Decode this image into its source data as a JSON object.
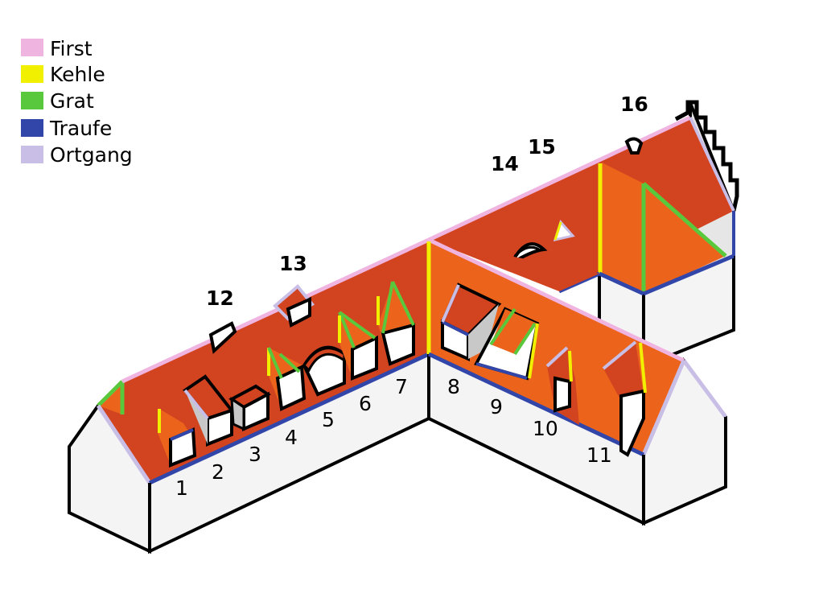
{
  "colors": {
    "roof_dark": "#d24420",
    "roof_light": "#ec641c",
    "wall": "#f4f4f4",
    "wall_shade": "#c8c8c8",
    "outline": "#000000",
    "first": "#f0b4e0",
    "kehle": "#f0f000",
    "grat": "#5ac83c",
    "traufe": "#3246aa",
    "ortgang": "#c8bee6"
  },
  "legend": [
    {
      "label": "First",
      "color": "#f0b4e0"
    },
    {
      "label": "Kehle",
      "color": "#f0f000"
    },
    {
      "label": "Grat",
      "color": "#5ac83c"
    },
    {
      "label": "Traufe",
      "color": "#3246aa"
    },
    {
      "label": "Ortgang",
      "color": "#c8bee6"
    }
  ],
  "dormer_labels": [
    "1",
    "2",
    "3",
    "4",
    "5",
    "6",
    "7",
    "8",
    "9",
    "10",
    "11",
    "12",
    "13",
    "14",
    "15",
    "16"
  ]
}
